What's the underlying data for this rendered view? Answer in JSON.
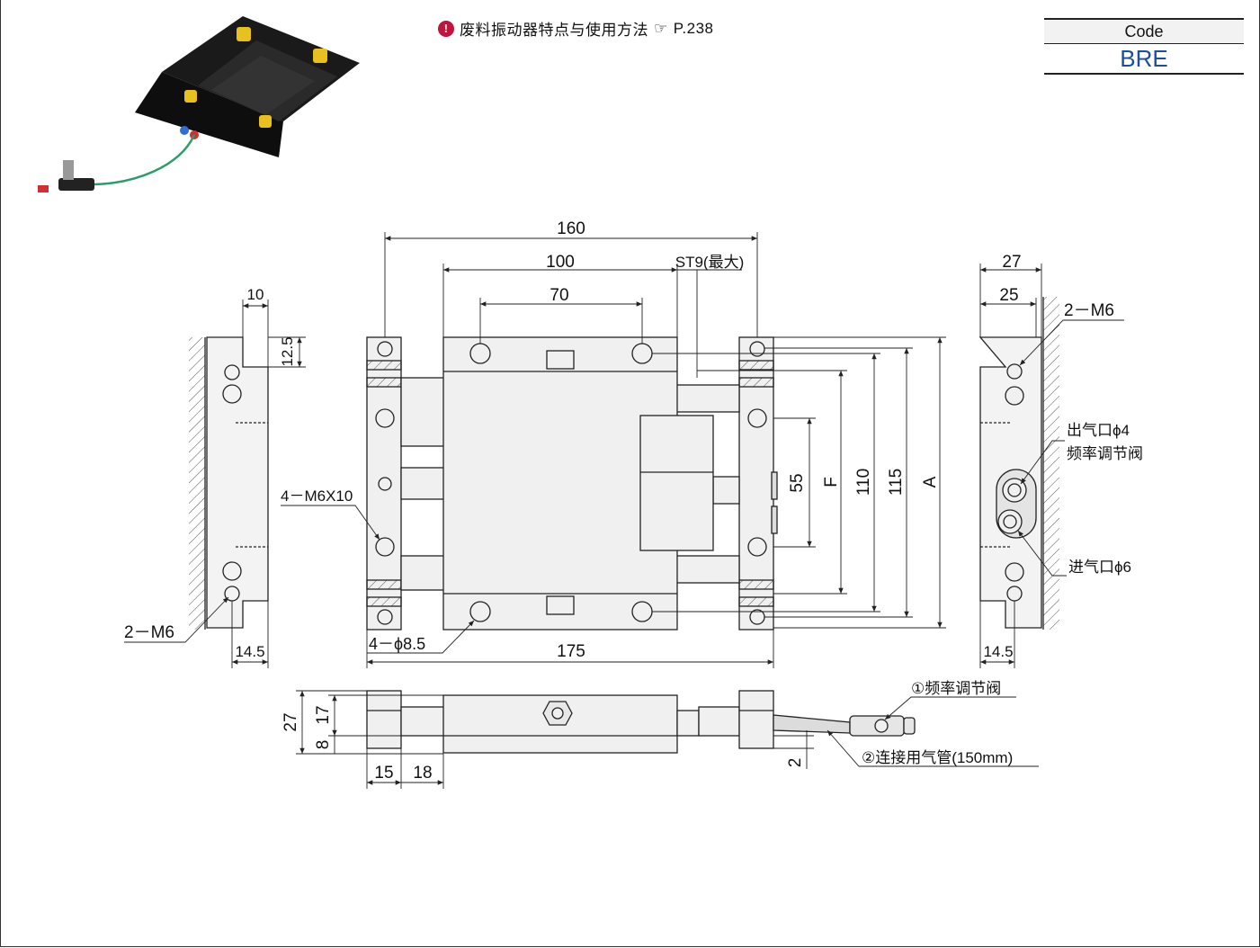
{
  "header": {
    "note_icon": "info-icon",
    "note_text": "废料振动器特点与使用方法",
    "ref_glyph": "☞",
    "ref_page": "P.238"
  },
  "code_box": {
    "label": "Code",
    "value": "BRE"
  },
  "dimensions": {
    "d160": "160",
    "d100": "100",
    "d70": "70",
    "st9": "ST9(最大)",
    "d10": "10",
    "d12_5": "12.5",
    "d27": "27",
    "d25": "25",
    "d55": "55",
    "dF": "F",
    "d110": "110",
    "d115": "115",
    "dA": "A",
    "d175": "175",
    "d14_5_left": "14.5",
    "d14_5_right": "14.5",
    "d27_front": "27",
    "d17": "17",
    "d8": "8",
    "d15": "15",
    "d18": "18",
    "d2": "2"
  },
  "callouts": {
    "m6x10": "4－M6X10",
    "m6_left": "2－M6",
    "m6_right": "2－M6",
    "phi8_5": "4－ϕ8.5",
    "outlet": "出气口ϕ4",
    "freq_valve": "频率调节阀",
    "inlet": "进气口ϕ6",
    "part1": "①频率调节阀",
    "part2": "②连接用气管(150mm)"
  }
}
